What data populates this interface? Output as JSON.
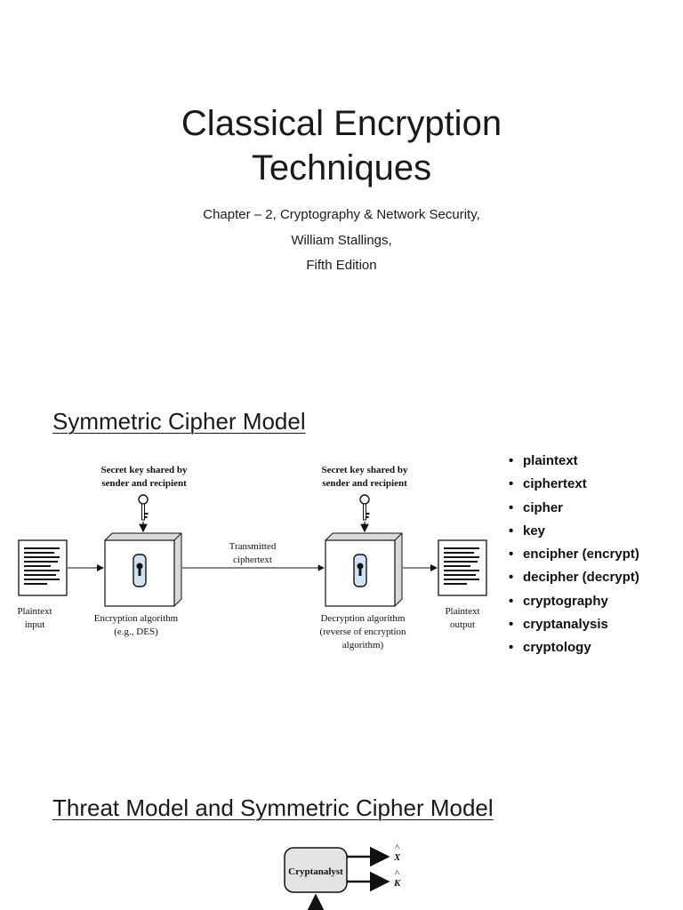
{
  "title": {
    "line1": "Classical Encryption",
    "line2": "Techniques"
  },
  "subtitle": {
    "line1": "Chapter – 2, Cryptography & Network Security,",
    "line2": "William Stallings,",
    "line3": "Fifth Edition"
  },
  "section1": {
    "heading": "Symmetric Cipher Model",
    "diagram": {
      "key_label_left": [
        "Secret key shared by",
        "sender and recipient"
      ],
      "key_label_right": [
        "Secret key shared by",
        "sender and recipient"
      ],
      "plaintext_input": [
        "Plaintext",
        "input"
      ],
      "encryption_algorithm": [
        "Encryption algorithm",
        "(e.g., DES)"
      ],
      "transmitted": [
        "Transmitted",
        "ciphertext"
      ],
      "decryption_algorithm": [
        "Decryption algorithm",
        "(reverse of encryption",
        "algorithm)"
      ],
      "plaintext_output": [
        "Plaintext",
        "output"
      ]
    },
    "terms": [
      "plaintext",
      "ciphertext",
      "cipher",
      "key",
      "encipher (encrypt)",
      "decipher (decrypt)",
      "cryptography",
      "cryptanalysis",
      "cryptology"
    ]
  },
  "section2": {
    "heading": "Threat Model and Symmetric Cipher Model",
    "diagram": {
      "cryptanalyst": "Cryptanalyst",
      "output_x": "X",
      "output_k": "K"
    }
  }
}
